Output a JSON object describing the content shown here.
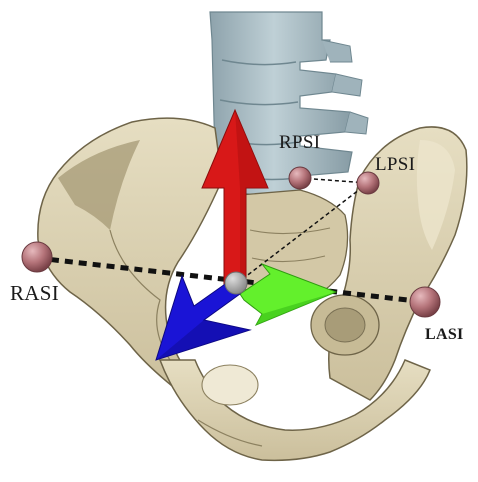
{
  "labels": {
    "rpsi": "RPSI",
    "lpsi": "LPSI",
    "rasi": "RASI",
    "lasi": "LASI"
  },
  "colors": {
    "background": "#ffffff",
    "bone": "#d9d0b0",
    "bone_shadow": "#a79b78",
    "bone_outline": "#6e6448",
    "spine": "#a9bcc4",
    "spine_shadow": "#7e939c",
    "marker": "#b5747a",
    "origin": "#a8a8a8",
    "axis_up": "#d81818",
    "axis_forward": "#1a14d6",
    "axis_lateral": "#63f02c",
    "dashed_line": "#111111"
  },
  "icons": [
    "pelvis-bone",
    "lumbar-spine",
    "marker-sphere",
    "axis-arrow"
  ]
}
